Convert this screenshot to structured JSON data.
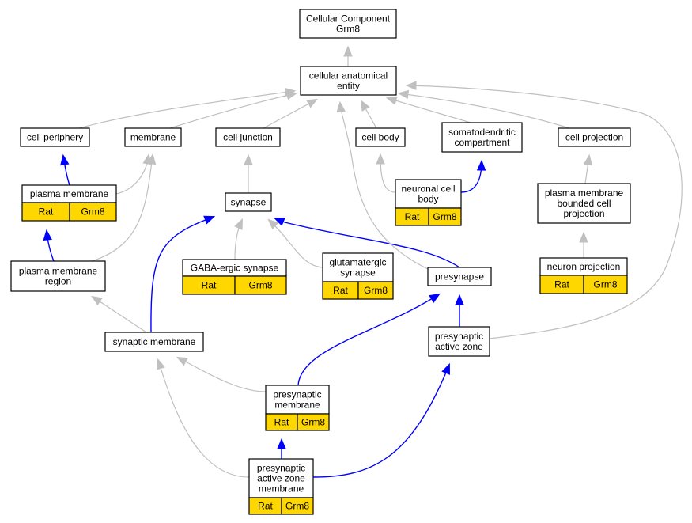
{
  "colors": {
    "isa_edge": "#c0c0c0",
    "partof_edge": "#0000ff",
    "annotation_fill": "#ffd700",
    "node_fill": "#ffffff"
  },
  "nodes": [
    {
      "id": "root",
      "lines": [
        "Cellular Component",
        "Grm8"
      ]
    },
    {
      "id": "cae",
      "lines": [
        "cellular anatomical",
        "entity"
      ]
    },
    {
      "id": "periphery",
      "lines": [
        "cell periphery"
      ]
    },
    {
      "id": "membrane",
      "lines": [
        "membrane"
      ]
    },
    {
      "id": "junction",
      "lines": [
        "cell junction"
      ]
    },
    {
      "id": "cellbody",
      "lines": [
        "cell body"
      ]
    },
    {
      "id": "somato",
      "lines": [
        "somatodendritic",
        "compartment"
      ]
    },
    {
      "id": "projection",
      "lines": [
        "cell projection"
      ]
    },
    {
      "id": "pm",
      "lines": [
        "plasma membrane"
      ],
      "annotation": [
        "Rat",
        "Grm8"
      ]
    },
    {
      "id": "synapse",
      "lines": [
        "synapse"
      ]
    },
    {
      "id": "ncb",
      "lines": [
        "neuronal cell",
        "body"
      ],
      "annotation": [
        "Rat",
        "Grm8"
      ]
    },
    {
      "id": "pmbcp",
      "lines": [
        "plasma membrane",
        "bounded cell",
        "projection"
      ]
    },
    {
      "id": "pmr",
      "lines": [
        "plasma membrane",
        "region"
      ]
    },
    {
      "id": "gaba",
      "lines": [
        "GABA-ergic synapse"
      ],
      "annotation": [
        "Rat",
        "Grm8"
      ]
    },
    {
      "id": "glut",
      "lines": [
        "glutamatergic",
        "synapse"
      ],
      "annotation": [
        "Rat",
        "Grm8"
      ]
    },
    {
      "id": "presynapse",
      "lines": [
        "presynapse"
      ]
    },
    {
      "id": "neuronproj",
      "lines": [
        "neuron projection"
      ],
      "annotation": [
        "Rat",
        "Grm8"
      ]
    },
    {
      "id": "synmem",
      "lines": [
        "synaptic membrane"
      ]
    },
    {
      "id": "paz",
      "lines": [
        "presynaptic",
        "active zone"
      ]
    },
    {
      "id": "presynmem",
      "lines": [
        "presynaptic",
        "membrane"
      ],
      "annotation": [
        "Rat",
        "Grm8"
      ]
    },
    {
      "id": "pazm",
      "lines": [
        "presynaptic",
        "active zone",
        "membrane"
      ],
      "annotation": [
        "Rat",
        "Grm8"
      ]
    }
  ],
  "edges": [
    {
      "from": "cae",
      "to": "root",
      "type": "is_a"
    },
    {
      "from": "periphery",
      "to": "cae",
      "type": "is_a"
    },
    {
      "from": "membrane",
      "to": "cae",
      "type": "is_a"
    },
    {
      "from": "junction",
      "to": "cae",
      "type": "is_a"
    },
    {
      "from": "cellbody",
      "to": "cae",
      "type": "is_a"
    },
    {
      "from": "somato",
      "to": "cae",
      "type": "is_a"
    },
    {
      "from": "projection",
      "to": "cae",
      "type": "is_a"
    },
    {
      "from": "pm",
      "to": "periphery",
      "type": "part_of"
    },
    {
      "from": "pm",
      "to": "membrane",
      "type": "is_a"
    },
    {
      "from": "synapse",
      "to": "junction",
      "type": "is_a"
    },
    {
      "from": "ncb",
      "to": "cellbody",
      "type": "is_a"
    },
    {
      "from": "ncb",
      "to": "somato",
      "type": "part_of"
    },
    {
      "from": "pmbcp",
      "to": "projection",
      "type": "is_a"
    },
    {
      "from": "pmr",
      "to": "pm",
      "type": "part_of"
    },
    {
      "from": "pmr",
      "to": "membrane",
      "type": "is_a"
    },
    {
      "from": "gaba",
      "to": "synapse",
      "type": "is_a"
    },
    {
      "from": "glut",
      "to": "synapse",
      "type": "is_a"
    },
    {
      "from": "presynapse",
      "to": "synapse",
      "type": "part_of"
    },
    {
      "from": "presynapse",
      "to": "cae",
      "type": "is_a"
    },
    {
      "from": "neuronproj",
      "to": "pmbcp",
      "type": "is_a"
    },
    {
      "from": "synmem",
      "to": "pmr",
      "type": "is_a"
    },
    {
      "from": "synmem",
      "to": "synapse",
      "type": "part_of"
    },
    {
      "from": "paz",
      "to": "presynapse",
      "type": "part_of"
    },
    {
      "from": "paz",
      "to": "cae",
      "type": "is_a"
    },
    {
      "from": "presynmem",
      "to": "synmem",
      "type": "is_a"
    },
    {
      "from": "presynmem",
      "to": "presynapse",
      "type": "part_of"
    },
    {
      "from": "pazm",
      "to": "presynmem",
      "type": "part_of"
    },
    {
      "from": "pazm",
      "to": "synmem",
      "type": "is_a"
    },
    {
      "from": "pazm",
      "to": "paz",
      "type": "part_of"
    }
  ]
}
